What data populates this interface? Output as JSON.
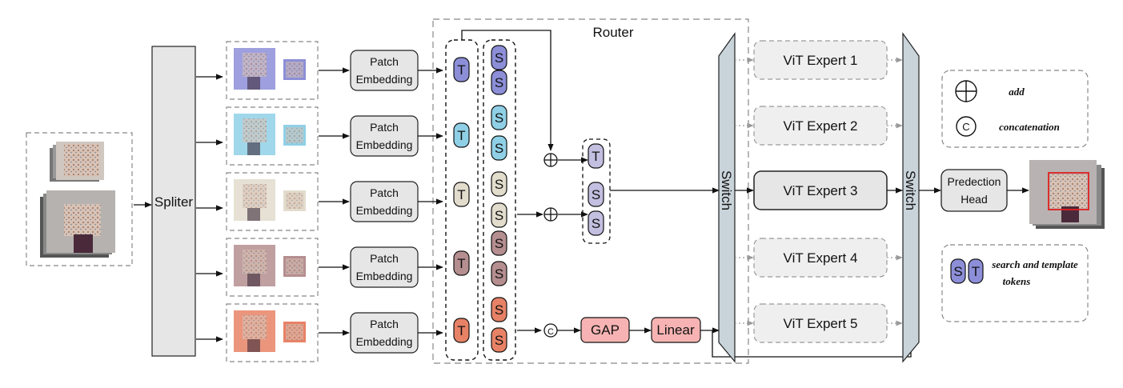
{
  "splitter_label": "Spliter",
  "router_label": "Router",
  "patch_embedding": {
    "line1": "Patch",
    "line2": "Embedding"
  },
  "token_T": "T",
  "token_S": "S",
  "gap_label": "GAP",
  "linear_label": "Linear",
  "switch_label": "Switch",
  "experts": [
    "ViT Expert 1",
    "ViT Expert 2",
    "ViT Expert 3",
    "ViT Expert 4",
    "ViT Expert 5"
  ],
  "active_expert_index": 2,
  "prediction_head": {
    "line1": "Predection",
    "line2": "Head"
  },
  "legend": {
    "add_label": "add",
    "concat_symbol": "C",
    "concat_label": "concatenation",
    "tokens_line1": "search and template",
    "tokens_line2": "tokens"
  },
  "colors": {
    "modality_1": "#8c8ed8",
    "modality_2": "#8fd0e6",
    "modality_3": "#e2dccd",
    "modality_4": "#b58e90",
    "modality_5": "#e78266",
    "router_head": "#f7b3b3",
    "switch_fill": "#c9d3da",
    "splitter_fill": "#e6e6e6",
    "expert_fill": "#efefef",
    "active_expert_fill": "#e6e6e6",
    "tracking_box": "#e02020"
  }
}
